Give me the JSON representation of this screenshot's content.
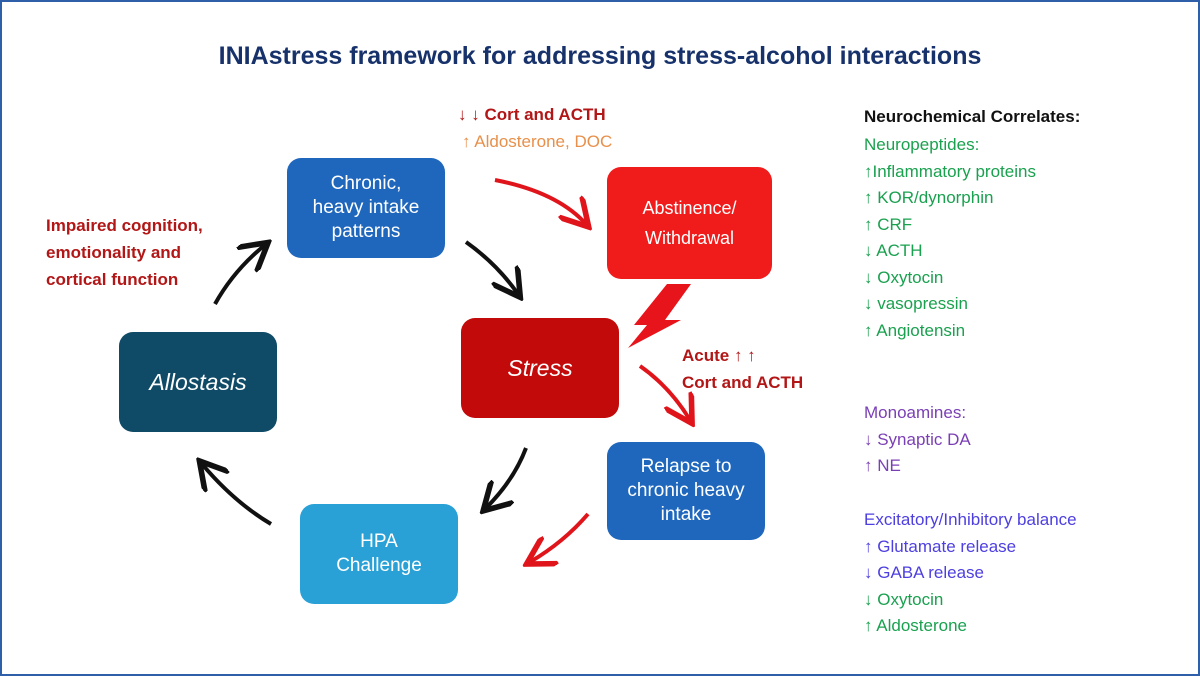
{
  "title": "INIAstress framework for addressing stress-alcohol interactions",
  "boxes": {
    "chronic": "Chronic,\nheavy intake\npatterns",
    "abstinence": "Abstinence/\nWithdrawal",
    "stress": "Stress",
    "allostasis": "Allostasis",
    "relapse": "Relapse to\nchronic heavy\nintake",
    "hpa": "HPA\nChallenge"
  },
  "annotations": {
    "cort_acth_down": "↓ ↓ Cort and ACTH",
    "aldo_doc_up": "↑ Aldosterone, DOC",
    "impaired": "Impaired cognition,\nemotionality and\ncortical function",
    "acute": "Acute ↑ ↑\nCort and ACTH"
  },
  "panel": {
    "heading": "Neurochemical Correlates:",
    "neuropeptides": {
      "label": "Neuropeptides:",
      "items": [
        "↑Inflammatory proteins",
        "↑ KOR/dynorphin",
        "↑ CRF",
        "↓ ACTH",
        "↓ Oxytocin",
        "↓ vasopressin",
        "↑ Angiotensin"
      ]
    },
    "monoamines": {
      "label": "Monoamines:",
      "items": [
        "↓ Synaptic DA",
        "↑ NE"
      ]
    },
    "balance": {
      "label": "Excitatory/Inhibitory balance",
      "items": [
        "↑ Glutamate release",
        "↓ GABA release",
        "↓ Oxytocin",
        "↑ Aldosterone"
      ]
    }
  },
  "colors": {
    "chronic": "#1f67bd",
    "abstinence": "#f01c1c",
    "stress": "#c20a0a",
    "allostasis": "#0f4a66",
    "relapse": "#1f67bd",
    "hpa": "#2aa1d6",
    "red_arrow": "#e0151b",
    "black_arrow": "#111111"
  }
}
